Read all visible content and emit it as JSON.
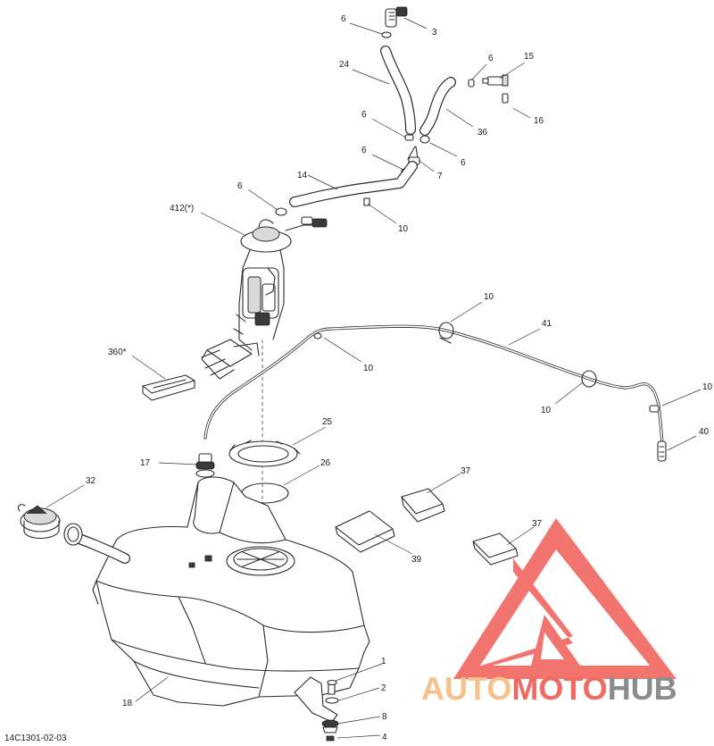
{
  "diagram": {
    "code": "14C1301-02-03",
    "callouts": [
      {
        "id": "c3",
        "text": "3"
      },
      {
        "id": "c6a",
        "text": "6"
      },
      {
        "id": "c24",
        "text": "24"
      },
      {
        "id": "c6b",
        "text": "6"
      },
      {
        "id": "c15",
        "text": "15"
      },
      {
        "id": "c16",
        "text": "16"
      },
      {
        "id": "c36",
        "text": "36"
      },
      {
        "id": "c6c",
        "text": "6"
      },
      {
        "id": "c6d",
        "text": "6"
      },
      {
        "id": "c6e",
        "text": "6"
      },
      {
        "id": "c7",
        "text": "7"
      },
      {
        "id": "c14",
        "text": "14"
      },
      {
        "id": "c6f",
        "text": "6"
      },
      {
        "id": "c10a",
        "text": "10"
      },
      {
        "id": "c412",
        "text": "412(*)"
      },
      {
        "id": "c10b",
        "text": "10"
      },
      {
        "id": "c41",
        "text": "41"
      },
      {
        "id": "c10c",
        "text": "10"
      },
      {
        "id": "c360",
        "text": "360*"
      },
      {
        "id": "c10d",
        "text": "10"
      },
      {
        "id": "c10e",
        "text": "10"
      },
      {
        "id": "c40",
        "text": "40"
      },
      {
        "id": "c25",
        "text": "25"
      },
      {
        "id": "c17",
        "text": "17"
      },
      {
        "id": "c26",
        "text": "26"
      },
      {
        "id": "c37a",
        "text": "37"
      },
      {
        "id": "c32",
        "text": "32"
      },
      {
        "id": "c37b",
        "text": "37"
      },
      {
        "id": "c39",
        "text": "39"
      },
      {
        "id": "c1",
        "text": "1"
      },
      {
        "id": "c2",
        "text": "2"
      },
      {
        "id": "c18",
        "text": "18"
      },
      {
        "id": "c8",
        "text": "8"
      },
      {
        "id": "c4",
        "text": "4"
      }
    ]
  },
  "watermark": {
    "part1": "AUTO",
    "part2": "MOTO",
    "part3": "HUB",
    "colors": {
      "primary": "#f06a62",
      "secondary": "#f7c08a",
      "tertiary": "#8c8c8c"
    }
  }
}
